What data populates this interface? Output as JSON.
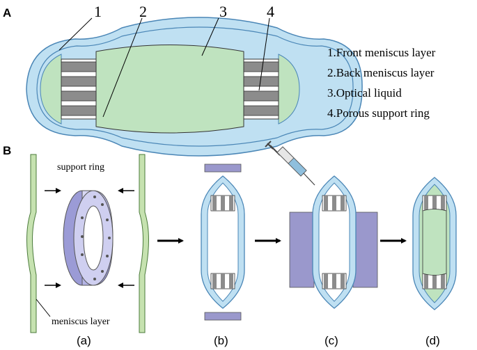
{
  "panel_a": {
    "letter": "A",
    "callout_numbers": [
      "1",
      "2",
      "3",
      "4"
    ],
    "legend": [
      "1.Front meniscus layer",
      "2.Back meniscus layer",
      "3.Optical liquid",
      "4.Porous support ring"
    ]
  },
  "panel_b": {
    "letter": "B",
    "labels": {
      "support_ring": "support ring",
      "meniscus_layer": "meniscus layer"
    },
    "steps": [
      "(a)",
      "(b)",
      "(c)",
      "(d)"
    ]
  },
  "colors": {
    "membrane": "#bfe0f2",
    "membrane_outline": "#4a86b6",
    "liquid": "#bfe3bf",
    "ring_gray": "#9a9a9a",
    "clamp": "#9a98cc",
    "green_sheet": "#c6e2b0"
  }
}
